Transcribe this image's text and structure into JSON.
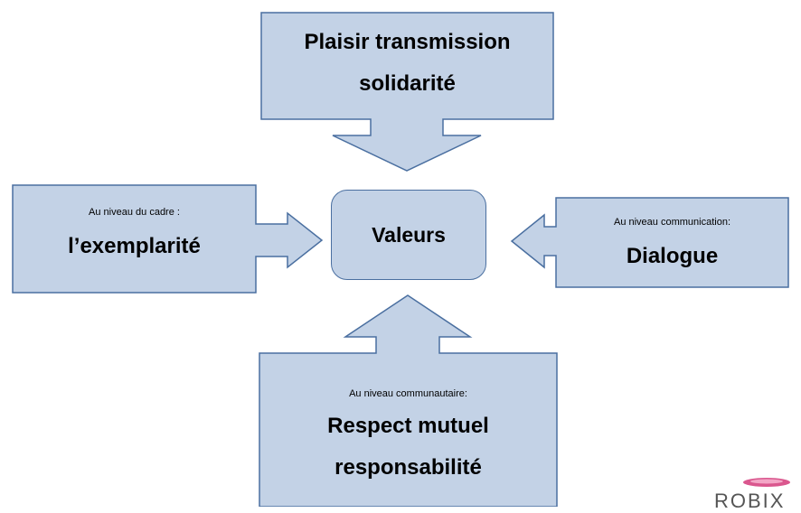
{
  "diagram": {
    "top": {
      "title_line1": "Plaisir transmission",
      "title_line2": "solidarité"
    },
    "left": {
      "caption": "Au niveau  du cadre :",
      "title": "l’exemplarité"
    },
    "right": {
      "caption": "Au niveau  communication:",
      "title": "Dialogue"
    },
    "bottom": {
      "caption": "Au niveau  communautaire:",
      "title_line1": "Respect mutuel",
      "title_line2": "responsabilité"
    },
    "center": {
      "title": "Valeurs"
    }
  },
  "colors": {
    "fill": "#c3d2e6",
    "stroke": "#4a6fa0",
    "logo_accent": "#d43a7a"
  },
  "logo": {
    "partial_text": "ROBIX"
  }
}
